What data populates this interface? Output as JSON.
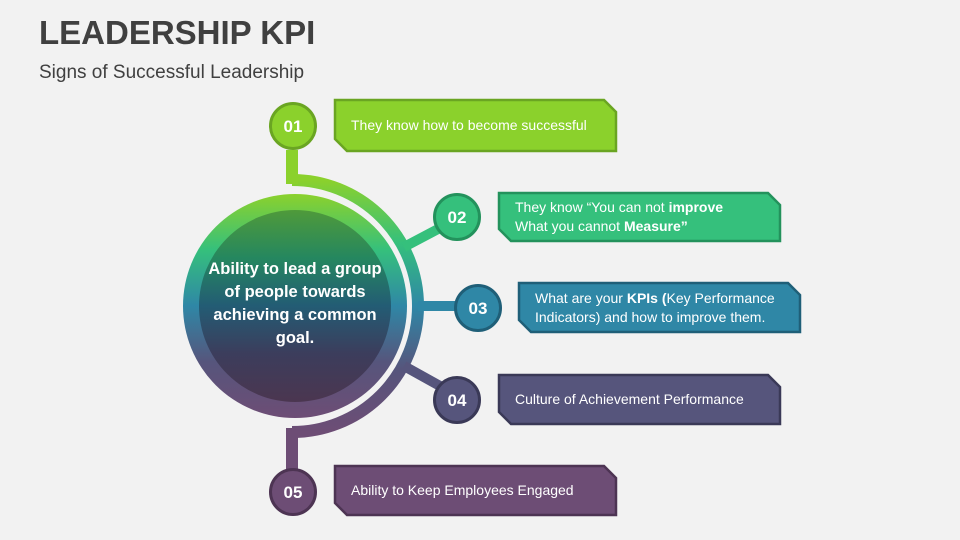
{
  "header": {
    "title": "LEADERSHIP KPI",
    "subtitle": "Signs of Successful Leadership"
  },
  "center": {
    "text": "Ability to lead a group of people towards achieving a common goal."
  },
  "items": [
    {
      "number": "01",
      "text": "They know how to become successful",
      "color": "#8bd12c",
      "border": "#6aa522"
    },
    {
      "number": "02",
      "line1_a": "They know “You can not ",
      "line1_b": "improve",
      "line2_a": "What you cannot ",
      "line2_b": "Measure",
      "line2_c": "”",
      "color": "#35c07c",
      "border": "#23925c"
    },
    {
      "number": "03",
      "line1_a": "What are your ",
      "line1_b": "KPIs (",
      "line1_c": "Key Performance",
      "line2_a": "Indicators) and how to improve them.",
      "color": "#2f87a6",
      "border": "#1f5f78"
    },
    {
      "number": "04",
      "text": "Culture of Achievement Performance",
      "color": "#56557c",
      "border": "#3a3957"
    },
    {
      "number": "05",
      "text": "Ability to Keep Employees Engaged",
      "color": "#6d4d75",
      "border": "#4d3453"
    }
  ]
}
